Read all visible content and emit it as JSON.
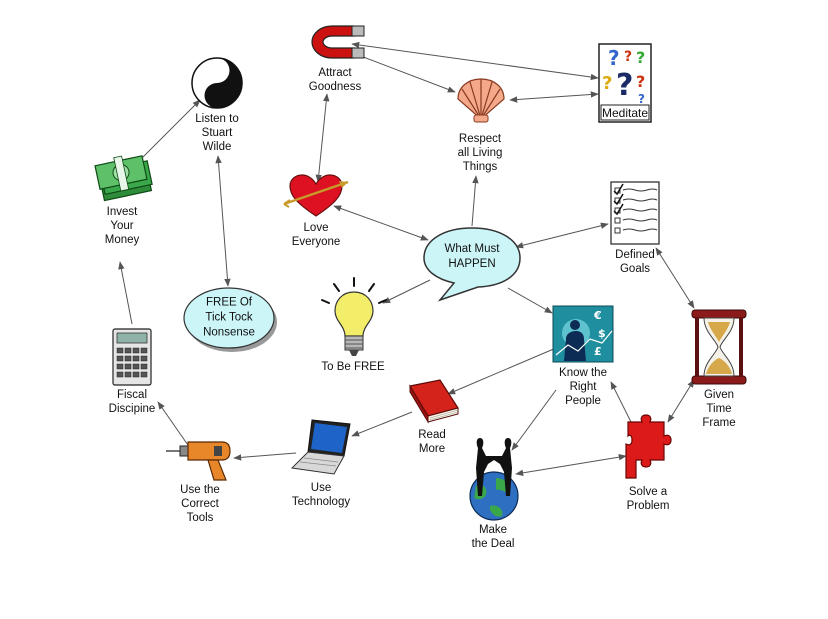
{
  "nodes": {
    "center": {
      "label": "What Must\nHAPPEN",
      "icon": "speech-bubble"
    },
    "free_of_tick_tock": {
      "label": "FREE Of\nTick Tock\nNonsense",
      "icon": "ellipse-bubble"
    },
    "attract_goodness": {
      "label": "Attract\nGoodness",
      "icon": "magnet-icon"
    },
    "meditate": {
      "label": "Meditate",
      "icon": "question-marks-icon"
    },
    "respect": {
      "label": "Respect\nall Living\nThings",
      "icon": "seashell-icon"
    },
    "listen": {
      "label": "Listen to\nStuart\nWilde",
      "icon": "yin-yang-icon"
    },
    "invest": {
      "label": "Invest\nYour\nMoney",
      "icon": "money-stack-icon"
    },
    "love": {
      "label": "Love\nEveryone",
      "icon": "heart-arrow-icon"
    },
    "defined_goals": {
      "label": "Defined\nGoals",
      "icon": "checklist-icon"
    },
    "to_be_free": {
      "label": "To Be FREE",
      "icon": "lightbulb-icon"
    },
    "know_people": {
      "label": "Know the\nRight\nPeople",
      "icon": "business-currency-icon"
    },
    "given_time": {
      "label": "Given\nTime\nFrame",
      "icon": "hourglass-icon"
    },
    "fiscal": {
      "label": "Fiscal\nDiscipine",
      "icon": "calculator-icon"
    },
    "read_more": {
      "label": "Read\nMore",
      "icon": "book-icon"
    },
    "use_tech": {
      "label": "Use\nTechnology",
      "icon": "laptop-icon"
    },
    "tools": {
      "label": "Use the\nCorrect\nTools",
      "icon": "drill-icon"
    },
    "solve": {
      "label": "Solve a\nProblem",
      "icon": "puzzle-piece-icon"
    },
    "deal": {
      "label": "Make\nthe Deal",
      "icon": "handshake-globe-icon"
    }
  },
  "edges": [
    {
      "from": "attract_goodness",
      "to": "meditate",
      "dir": "both"
    },
    {
      "from": "attract_goodness",
      "to": "respect",
      "dir": "forward"
    },
    {
      "from": "respect",
      "to": "meditate",
      "dir": "both"
    },
    {
      "from": "love",
      "to": "attract_goodness",
      "dir": "both"
    },
    {
      "from": "center",
      "to": "respect",
      "dir": "forward"
    },
    {
      "from": "love",
      "to": "center",
      "dir": "both"
    },
    {
      "from": "center",
      "to": "defined_goals",
      "dir": "both"
    },
    {
      "from": "center",
      "to": "to_be_free",
      "dir": "forward"
    },
    {
      "from": "center",
      "to": "know_people",
      "dir": "forward"
    },
    {
      "from": "defined_goals",
      "to": "given_time",
      "dir": "both"
    },
    {
      "from": "given_time",
      "to": "solve",
      "dir": "both"
    },
    {
      "from": "know_people",
      "to": "solve",
      "dir": "both"
    },
    {
      "from": "know_people",
      "to": "read_more",
      "dir": "forward"
    },
    {
      "from": "know_people",
      "to": "deal",
      "dir": "forward"
    },
    {
      "from": "deal",
      "to": "solve",
      "dir": "both"
    },
    {
      "from": "read_more",
      "to": "use_tech",
      "dir": "forward"
    },
    {
      "from": "use_tech",
      "to": "tools",
      "dir": "forward"
    },
    {
      "from": "tools",
      "to": "fiscal",
      "dir": "forward"
    },
    {
      "from": "fiscal",
      "to": "invest",
      "dir": "forward"
    },
    {
      "from": "invest",
      "to": "listen",
      "dir": "forward"
    },
    {
      "from": "listen",
      "to": "free_of_tick_tock",
      "dir": "both"
    }
  ],
  "colors": {
    "bubble_fill": "#ccf5f8",
    "line": "#555555"
  }
}
